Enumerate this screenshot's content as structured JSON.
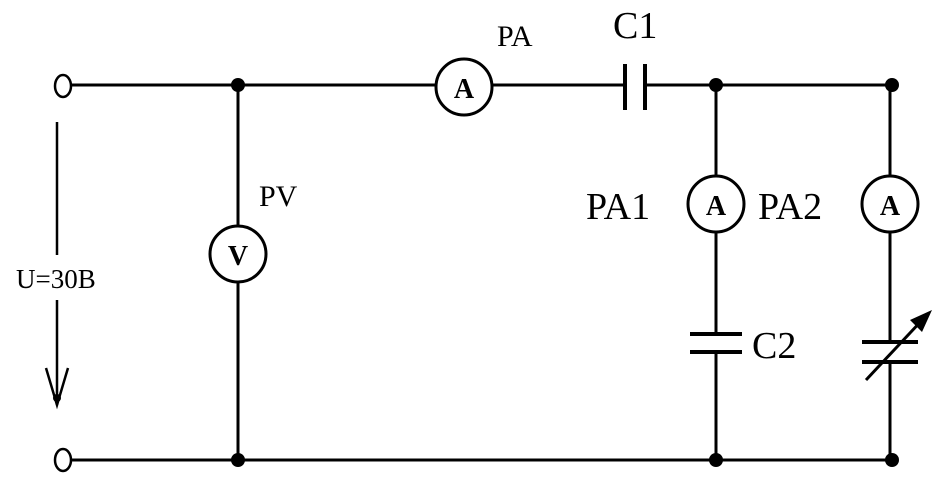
{
  "circuit": {
    "source_label": "U=30B",
    "voltmeter": {
      "name": "PV",
      "symbol": "V"
    },
    "ammeter_main": {
      "name": "PA",
      "symbol": "A"
    },
    "ammeter_branch1": {
      "name": "PA1",
      "symbol": "A"
    },
    "ammeter_branch2": {
      "name": "PA2",
      "symbol": "A"
    },
    "capacitor_series": {
      "name": "C1"
    },
    "capacitor_branch": {
      "name": "C2"
    },
    "variable_capacitor": {
      "name": ""
    }
  }
}
